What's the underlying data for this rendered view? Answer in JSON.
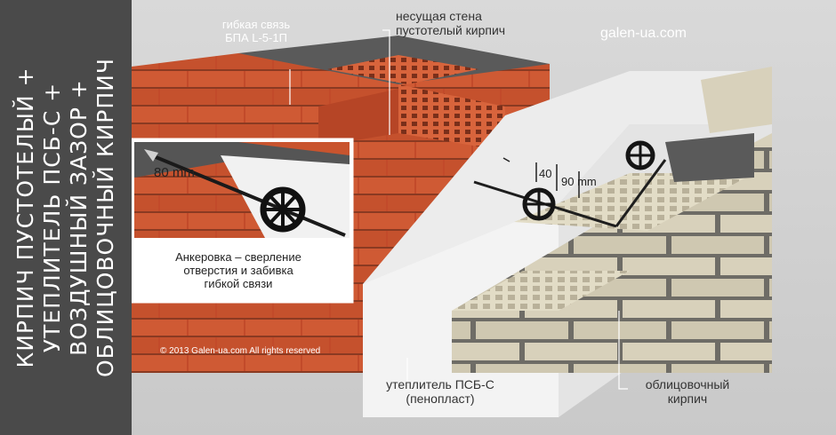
{
  "sidebar": {
    "lines": [
      "КИРПИЧ ПУСТОТЕЛЫЙ +",
      "УТЕПЛИТЕЛЬ ПСБ-С +",
      "ВОЗДУШНЫЙ ЗАЗОР +",
      "ОБЛИЦОВОЧНЫЙ КИРПИЧ"
    ]
  },
  "tie": {
    "line1": "гибкая связь",
    "line2": "БПА L-5-1П"
  },
  "site": "galen-ua.com",
  "labels": {
    "wall_line1": "несущая стена",
    "wall_line2": "пустотелый кирпич",
    "insulation_line1": "утеплитель ПСБ-С",
    "insulation_line2": "(пенопласт)",
    "facing_line1": "облицовочный",
    "facing_line2": "кирпич"
  },
  "dimensions": {
    "gap": "40",
    "brick": "90 mm",
    "anchor": "80 mm"
  },
  "inset": {
    "line1": "Анкеровка – сверление",
    "line2": "отверстия и забивка",
    "line3": "гибкой связи"
  },
  "copyright": "© 2013 Galen-ua.com  All rights reserved",
  "colors": {
    "brick_red": "#c8502c",
    "mortar": "#4d4d4d",
    "insulation": "#efefef",
    "facing_brick": "#ddd6c1",
    "sidebar": "#4a4a4a"
  }
}
